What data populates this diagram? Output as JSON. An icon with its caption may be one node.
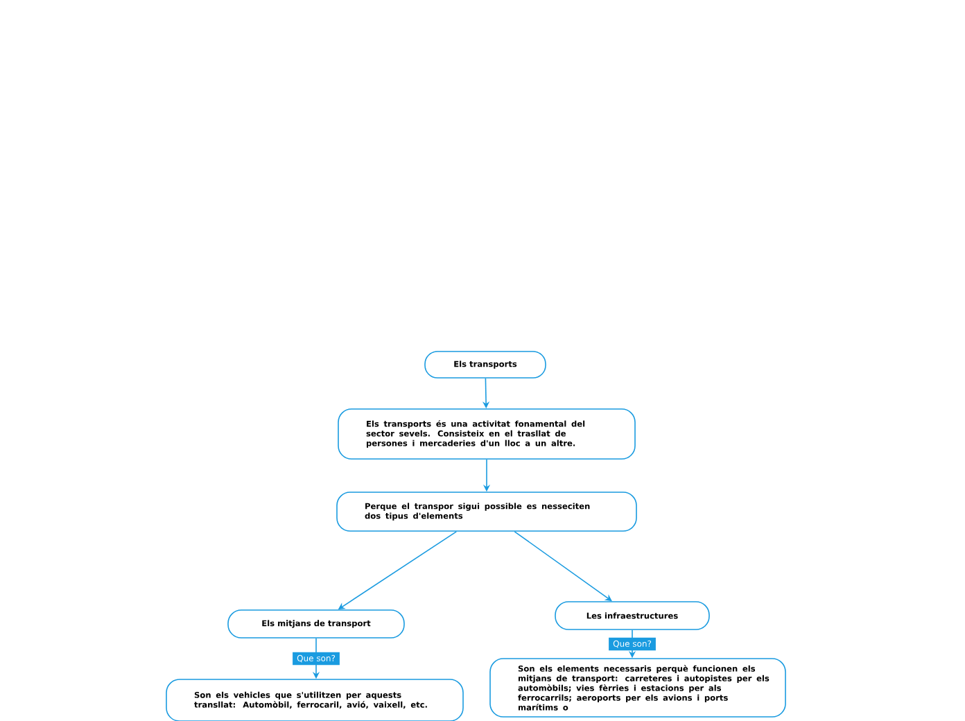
{
  "diagram": {
    "nodes": [
      {
        "text": [
          "Els transports"
        ]
      },
      {
        "text": [
          "Els transports és una activitat fonamental del sector sevels. Consisteix en el trasllat de persones i mercaderies d'un lloc a un altre."
        ]
      },
      {
        "text": [
          "Perque el transpor sigui possible es nesseciten dos tipus d'elements"
        ]
      },
      {
        "text": [
          "Els mitjans de transport"
        ]
      },
      {
        "text": [
          "Les infraestructures"
        ]
      },
      {
        "text": [
          "Son els vehicles que s'utilitzen per aquests transllat: Automòbil, ferrocaril, avió, vaixell, etc."
        ]
      },
      {
        "text": [
          "Son els elements necessaris perquè funcionen els mitjans de transport: carreteres i autopistes per els automòbils; vies fèrries i estacions per als ferrocarrils; aeroports per els avions i ports marítims o"
        ]
      }
    ],
    "edges": [
      {
        "from": 0,
        "to": 1,
        "arrow": "to"
      },
      {
        "from": 1,
        "to": 2,
        "arrow": "to"
      },
      {
        "from": 2,
        "to": 3,
        "arrow": "to"
      },
      {
        "from": 2,
        "to": 4,
        "arrow": "to"
      },
      {
        "from": 3,
        "to": 5,
        "arrow": "to",
        "label": "Que son?"
      },
      {
        "from": 4,
        "to": 6,
        "arrow": "to",
        "label": "Que son?"
      }
    ]
  }
}
